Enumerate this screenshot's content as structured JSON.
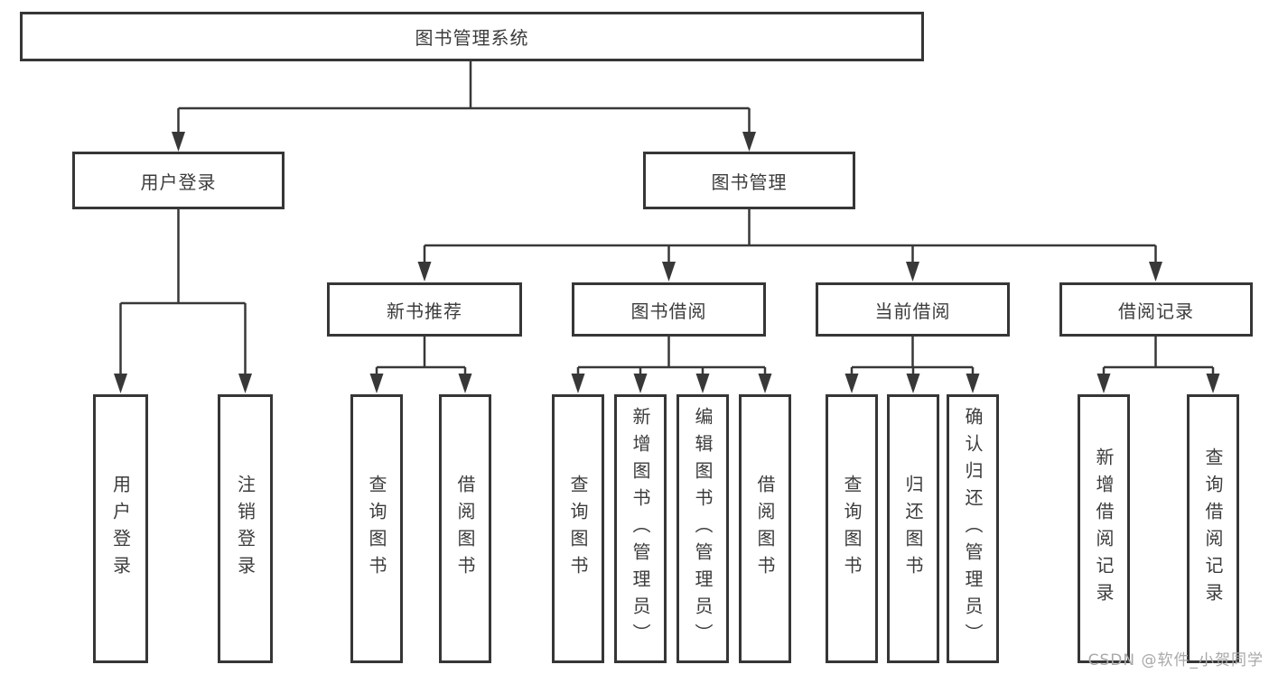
{
  "diagram": {
    "title": "图书管理系统",
    "branches": [
      {
        "label": "用户登录",
        "children": [
          {
            "label": "用户登录"
          },
          {
            "label": "注销登录"
          }
        ]
      },
      {
        "label": "图书管理",
        "children": [
          {
            "label": "新书推荐",
            "children": [
              {
                "label": "查询图书"
              },
              {
                "label": "借阅图书"
              }
            ]
          },
          {
            "label": "图书借阅",
            "children": [
              {
                "label": "查询图书"
              },
              {
                "label": "新增图书（管理员）"
              },
              {
                "label": "编辑图书（管理员）"
              },
              {
                "label": "借阅图书"
              }
            ]
          },
          {
            "label": "当前借阅",
            "children": [
              {
                "label": "查询图书"
              },
              {
                "label": "归还图书"
              },
              {
                "label": "确认归还（管理员）"
              }
            ]
          },
          {
            "label": "借阅记录",
            "children": [
              {
                "label": "新增借阅记录"
              },
              {
                "label": "查询借阅记录"
              }
            ]
          }
        ]
      }
    ],
    "colors": {
      "line": "#383838",
      "border": "#363636",
      "text": "#3c3c3c",
      "watermark": "#a8a8a8",
      "background": "#ffffff"
    },
    "watermark": {
      "text": "CSDN @软件_小贺同学"
    }
  }
}
